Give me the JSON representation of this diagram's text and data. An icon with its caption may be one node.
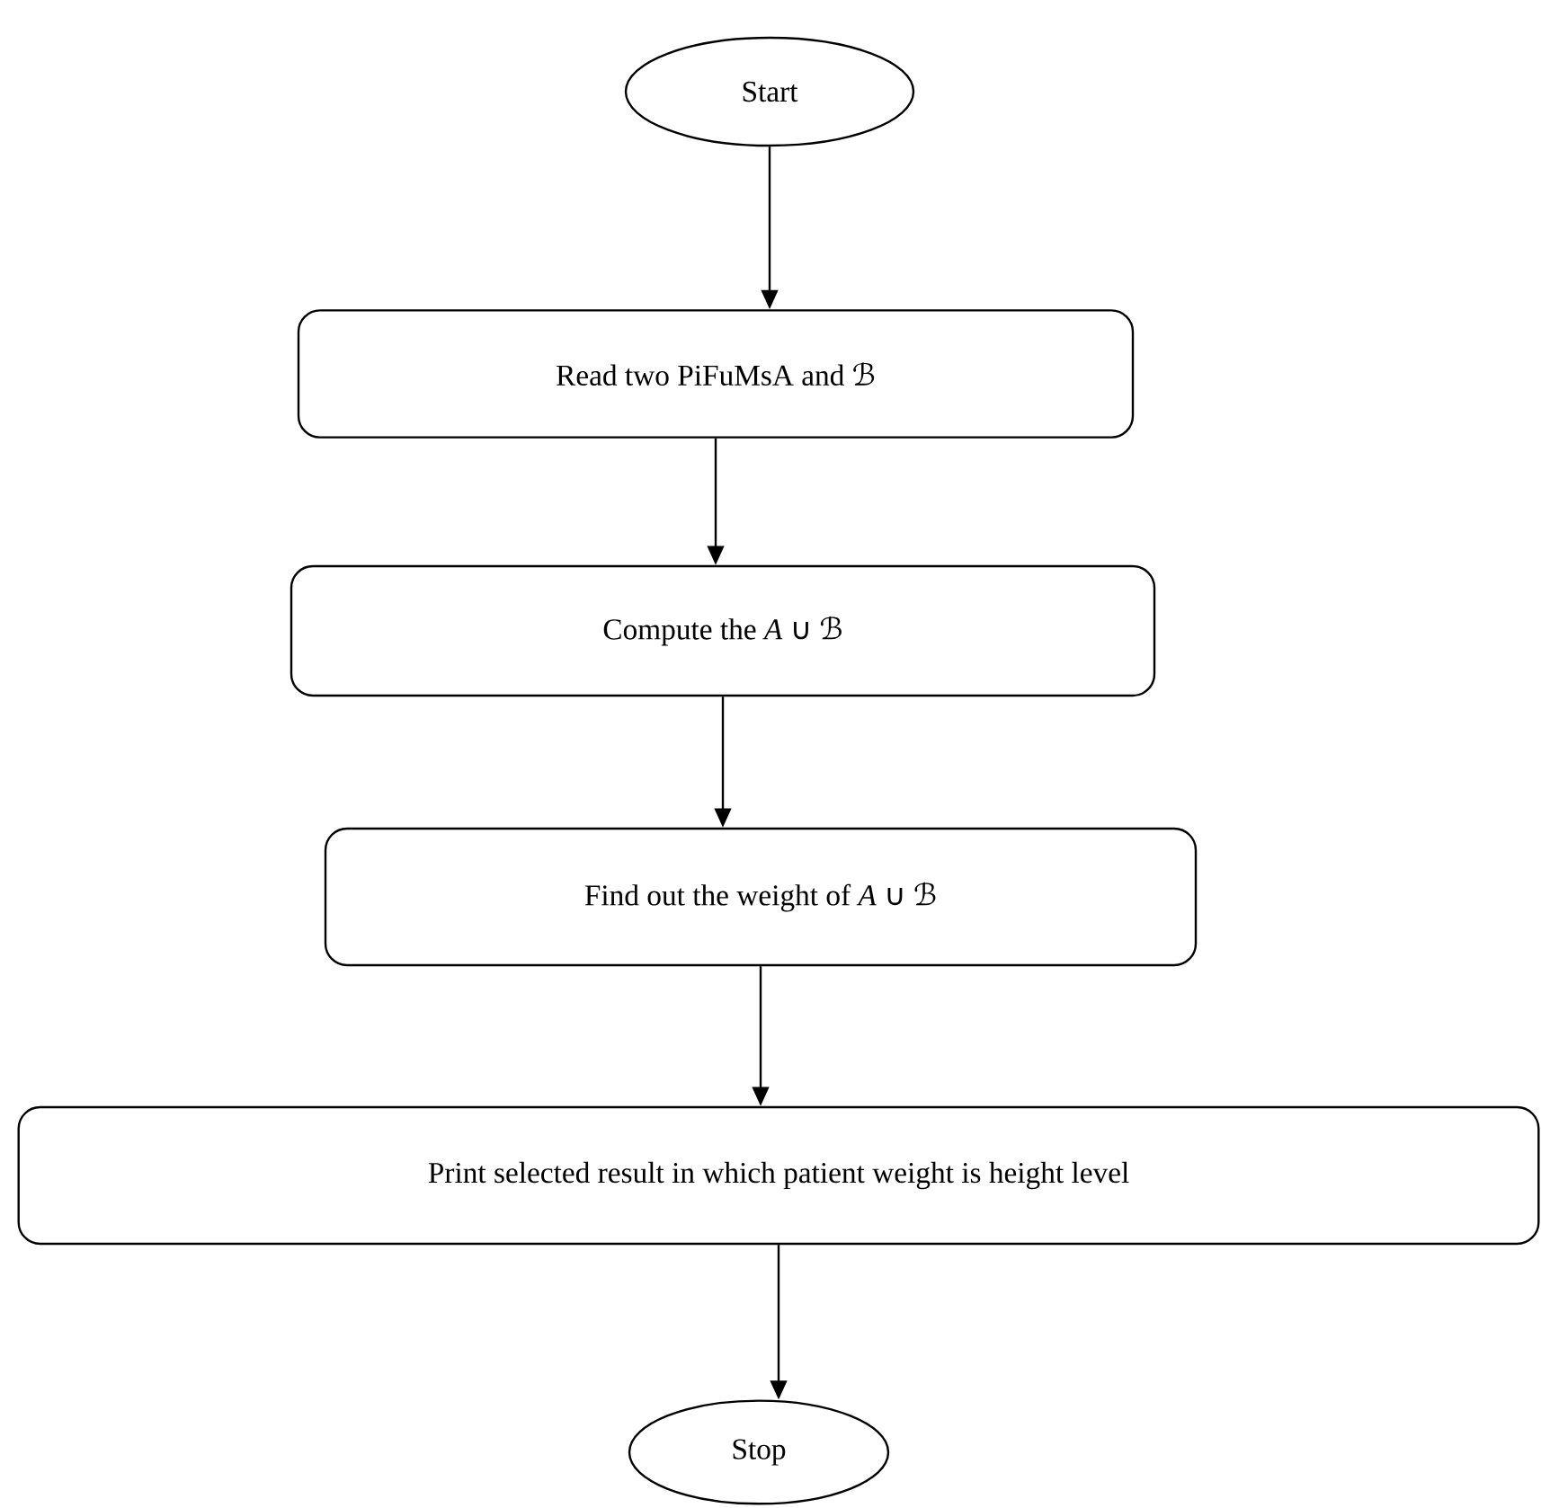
{
  "diagram": {
    "nodes": [
      {
        "text": [
          "Start"
        ]
      },
      {
        "text": [
          "Read two PiFuMsA and ℬ"
        ]
      },
      {
        "text": [
          "Compute the *A* ∪ ℬ"
        ]
      },
      {
        "text": [
          "Find out the weight of *A* ∪ ℬ"
        ]
      },
      {
        "text": [
          "Print selected result in which patient weight is height level"
        ]
      },
      {
        "text": [
          "Stop"
        ]
      }
    ],
    "edges": [
      {
        "from": 0,
        "to": 1,
        "arrow": "to"
      },
      {
        "from": 1,
        "to": 2,
        "arrow": "to"
      },
      {
        "from": 2,
        "to": 3,
        "arrow": "to"
      },
      {
        "from": 3,
        "to": 4,
        "arrow": "to"
      },
      {
        "from": 4,
        "to": 5,
        "arrow": "to"
      }
    ]
  }
}
